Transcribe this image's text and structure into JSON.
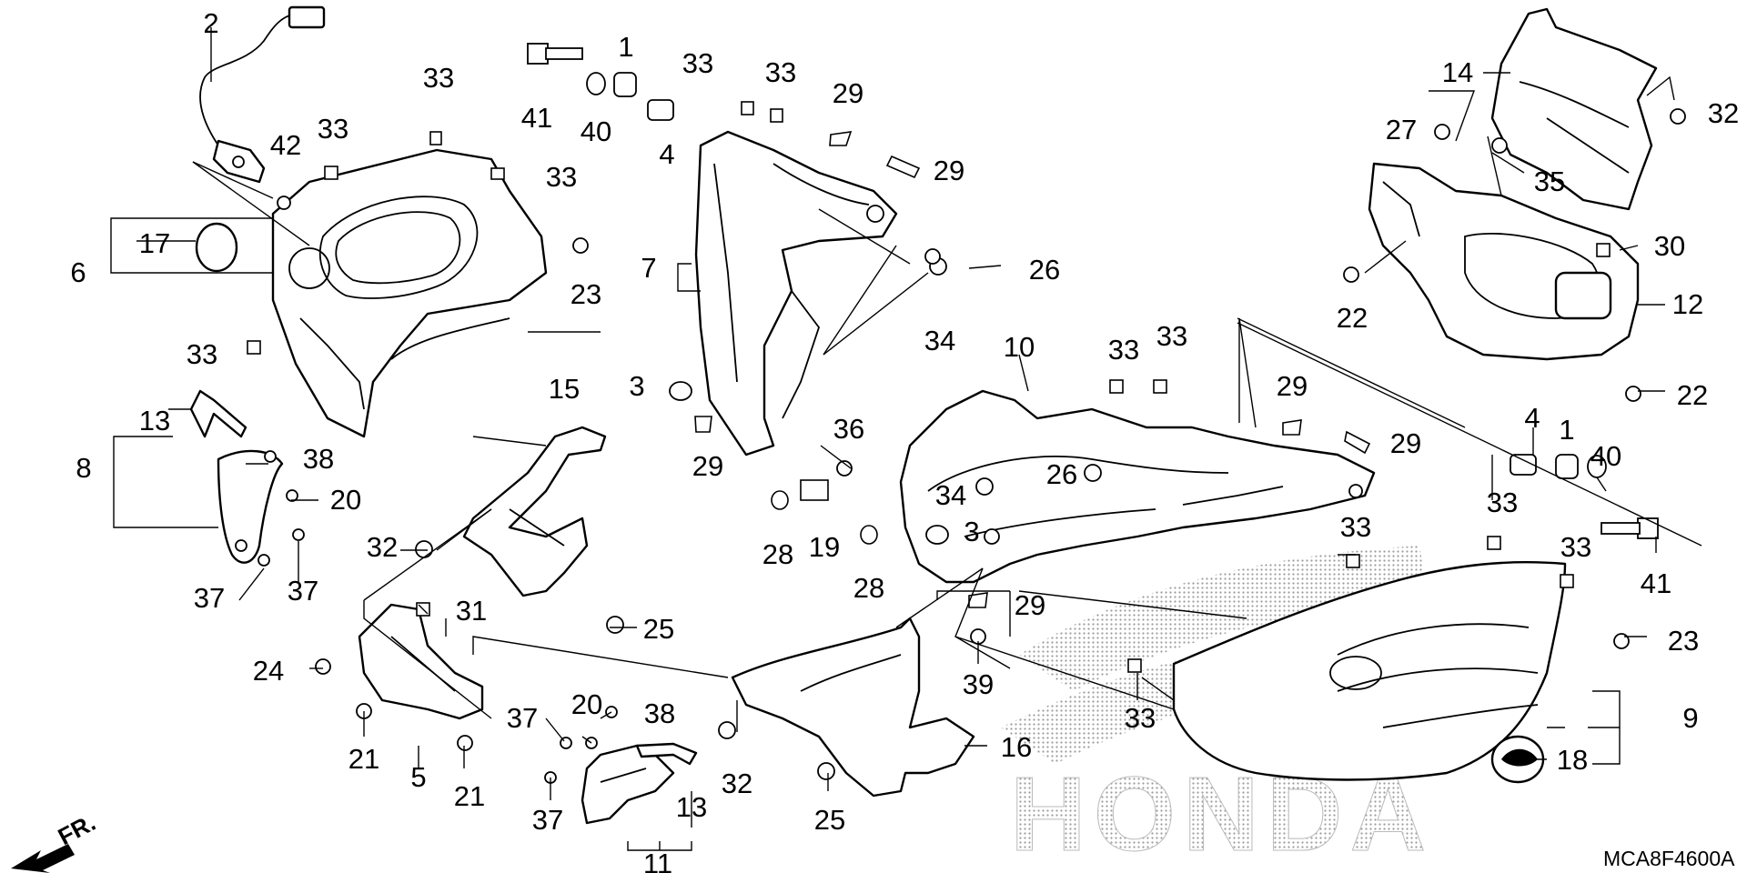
{
  "diagram": {
    "drawing_code": "MCA8F4600A",
    "direction_label": "FR.",
    "watermark": "HONDA",
    "callouts": [
      {
        "id": "c1a",
        "text": "1"
      },
      {
        "id": "c1b",
        "text": "1"
      },
      {
        "id": "c2",
        "text": "2"
      },
      {
        "id": "c3a",
        "text": "3"
      },
      {
        "id": "c3b",
        "text": "3"
      },
      {
        "id": "c4a",
        "text": "4"
      },
      {
        "id": "c4b",
        "text": "4"
      },
      {
        "id": "c5",
        "text": "5"
      },
      {
        "id": "c6",
        "text": "6"
      },
      {
        "id": "c7",
        "text": "7"
      },
      {
        "id": "c8",
        "text": "8"
      },
      {
        "id": "c9",
        "text": "9"
      },
      {
        "id": "c10",
        "text": "10"
      },
      {
        "id": "c11",
        "text": "11"
      },
      {
        "id": "c12",
        "text": "12"
      },
      {
        "id": "c13a",
        "text": "13"
      },
      {
        "id": "c13b",
        "text": "13"
      },
      {
        "id": "c14",
        "text": "14"
      },
      {
        "id": "c15",
        "text": "15"
      },
      {
        "id": "c16",
        "text": "16"
      },
      {
        "id": "c17",
        "text": "17"
      },
      {
        "id": "c18",
        "text": "18"
      },
      {
        "id": "c19",
        "text": "19"
      },
      {
        "id": "c20a",
        "text": "20"
      },
      {
        "id": "c20b",
        "text": "20"
      },
      {
        "id": "c21a",
        "text": "21"
      },
      {
        "id": "c21b",
        "text": "21"
      },
      {
        "id": "c22a",
        "text": "22"
      },
      {
        "id": "c22b",
        "text": "22"
      },
      {
        "id": "c23a",
        "text": "23"
      },
      {
        "id": "c23b",
        "text": "23"
      },
      {
        "id": "c24",
        "text": "24"
      },
      {
        "id": "c25a",
        "text": "25"
      },
      {
        "id": "c25b",
        "text": "25"
      },
      {
        "id": "c26a",
        "text": "26"
      },
      {
        "id": "c26b",
        "text": "26"
      },
      {
        "id": "c27",
        "text": "27"
      },
      {
        "id": "c28a",
        "text": "28"
      },
      {
        "id": "c28b",
        "text": "28"
      },
      {
        "id": "c29a",
        "text": "29"
      },
      {
        "id": "c29b",
        "text": "29"
      },
      {
        "id": "c29c",
        "text": "29"
      },
      {
        "id": "c29d",
        "text": "29"
      },
      {
        "id": "c29e",
        "text": "29"
      },
      {
        "id": "c29f",
        "text": "29"
      },
      {
        "id": "c30",
        "text": "30"
      },
      {
        "id": "c31",
        "text": "31"
      },
      {
        "id": "c32a",
        "text": "32"
      },
      {
        "id": "c32b",
        "text": "32"
      },
      {
        "id": "c32c",
        "text": "32"
      },
      {
        "id": "c33a",
        "text": "33"
      },
      {
        "id": "c33b",
        "text": "33"
      },
      {
        "id": "c33c",
        "text": "33"
      },
      {
        "id": "c33d",
        "text": "33"
      },
      {
        "id": "c33e",
        "text": "33"
      },
      {
        "id": "c33f",
        "text": "33"
      },
      {
        "id": "c33g",
        "text": "33"
      },
      {
        "id": "c33h",
        "text": "33"
      },
      {
        "id": "c33i",
        "text": "33"
      },
      {
        "id": "c33j",
        "text": "33"
      },
      {
        "id": "c33k",
        "text": "33"
      },
      {
        "id": "c33l",
        "text": "33"
      },
      {
        "id": "c34a",
        "text": "34"
      },
      {
        "id": "c34b",
        "text": "34"
      },
      {
        "id": "c35",
        "text": "35"
      },
      {
        "id": "c36",
        "text": "36"
      },
      {
        "id": "c37a",
        "text": "37"
      },
      {
        "id": "c37b",
        "text": "37"
      },
      {
        "id": "c37c",
        "text": "37"
      },
      {
        "id": "c37d",
        "text": "37"
      },
      {
        "id": "c38a",
        "text": "38"
      },
      {
        "id": "c38b",
        "text": "38"
      },
      {
        "id": "c39",
        "text": "39"
      },
      {
        "id": "c40a",
        "text": "40"
      },
      {
        "id": "c40b",
        "text": "40"
      },
      {
        "id": "c41a",
        "text": "41"
      },
      {
        "id": "c41b",
        "text": "41"
      },
      {
        "id": "c42",
        "text": "42"
      }
    ]
  }
}
